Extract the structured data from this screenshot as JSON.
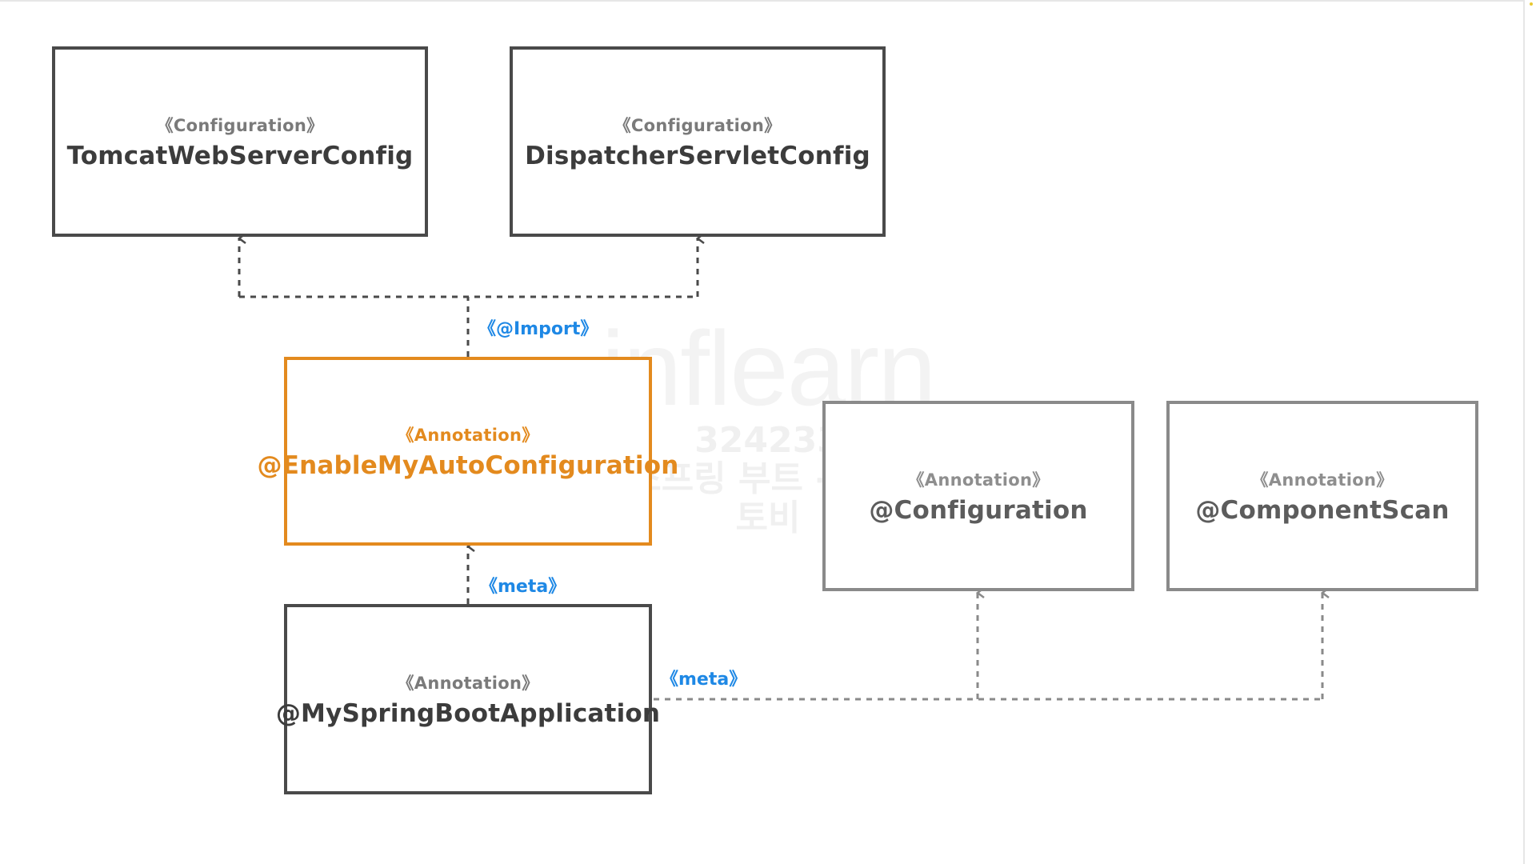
{
  "boxes": {
    "tomcat": {
      "stereotype": "《Configuration》",
      "name": "TomcatWebServerConfig"
    },
    "dispatcher": {
      "stereotype": "《Configuration》",
      "name": "DispatcherServletConfig"
    },
    "enable_auto": {
      "stereotype": "《Annotation》",
      "name": "@EnableMyAutoConfiguration"
    },
    "my_spring_boot_app": {
      "stereotype": "《Annotation》",
      "name": "@MySpringBootApplication"
    },
    "configuration": {
      "stereotype": "《Annotation》",
      "name": "@Configuration"
    },
    "component_scan": {
      "stereotype": "《Annotation》",
      "name": "@ComponentScan"
    }
  },
  "relations": {
    "import_label": "《@Import》",
    "meta_label_upper": "《meta》",
    "meta_label_lower": "《meta》"
  },
  "watermark": {
    "brand": "inflearn",
    "code": "324233",
    "course": "토비의 스프링 부트 - 이해와 원리",
    "author": "토비"
  },
  "colors": {
    "box_border_dark": "#4a4a4a",
    "box_border_light": "#8a8a8a",
    "highlight": "#e38a1e",
    "relation_label": "#1e88e5"
  }
}
